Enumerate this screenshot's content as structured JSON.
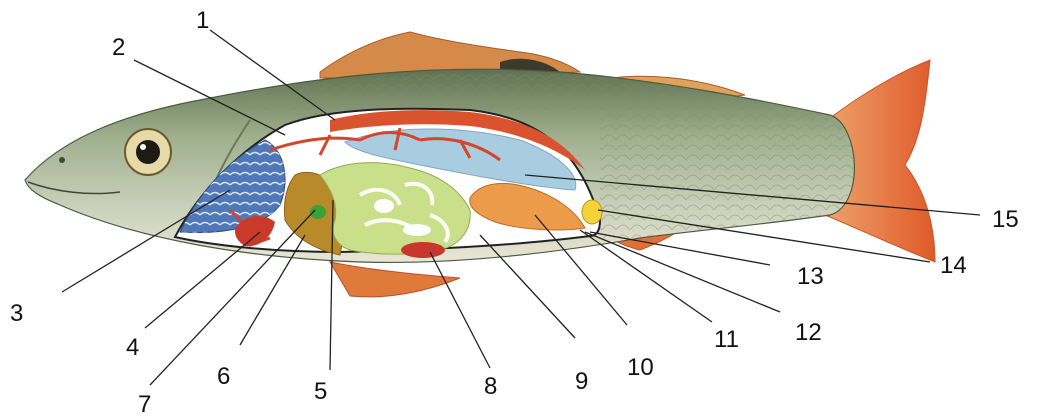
{
  "diagram": {
    "labels": [
      {
        "id": "1",
        "text": "1"
      },
      {
        "id": "2",
        "text": "2"
      },
      {
        "id": "3",
        "text": "3"
      },
      {
        "id": "4",
        "text": "4"
      },
      {
        "id": "5",
        "text": "5"
      },
      {
        "id": "6",
        "text": "6"
      },
      {
        "id": "7",
        "text": "7"
      },
      {
        "id": "8",
        "text": "8"
      },
      {
        "id": "9",
        "text": "9"
      },
      {
        "id": "10",
        "text": "10"
      },
      {
        "id": "11",
        "text": "11"
      },
      {
        "id": "12",
        "text": "12"
      },
      {
        "id": "13",
        "text": "13"
      },
      {
        "id": "14",
        "text": "14"
      },
      {
        "id": "15",
        "text": "15"
      }
    ],
    "colors": {
      "body": "#a9b99a",
      "back": "#6f8060",
      "belly": "#e6e3d2",
      "fin": "#e06a32",
      "dorsal": "#d98b45",
      "gills": "#4f78b8",
      "vessels": "#d4452b",
      "swim_bladder": "#a9cde0",
      "intestine": "#c9df8a",
      "liver": "#b98a2a",
      "gonad": "#ec9b4a",
      "spleen": "#c7372b",
      "kidney": "#e97c3a",
      "bladder": "#f4d23a"
    }
  }
}
